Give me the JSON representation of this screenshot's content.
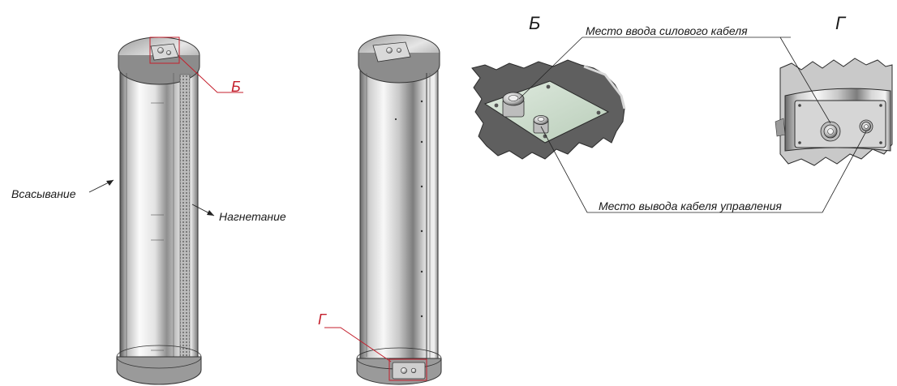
{
  "labels": {
    "suction": "Всасывание",
    "discharge": "Нагнетание",
    "power_cable_entry": "Место ввода силового кабеля",
    "control_cable_exit": "Место вывода кабеля управления",
    "detail_b_marker": "Б",
    "detail_g_marker": "Г",
    "detail_b_title": "Б",
    "detail_g_title": "Г"
  },
  "colors": {
    "callout_red": "#c41f2c",
    "leader_line": "#222222",
    "steel_light": "#f4f4f4",
    "steel_dark": "#6b6b6b",
    "section_fill": "#5f5f5f",
    "plate_fill": "#c9dccb"
  }
}
